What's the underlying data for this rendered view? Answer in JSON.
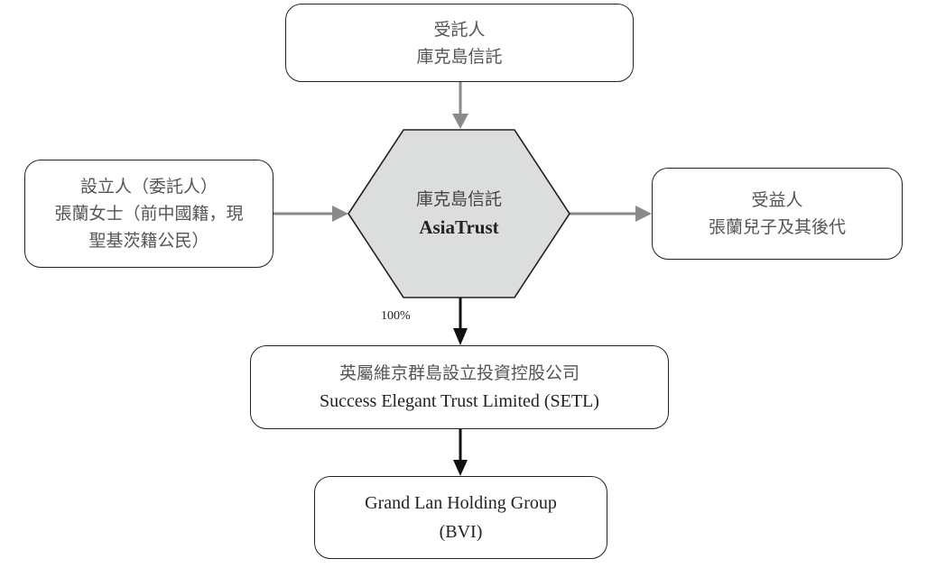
{
  "diagram": {
    "trustee": {
      "role": "受託人",
      "name": "庫克島信託"
    },
    "settlor": {
      "role": "設立人（委託人）",
      "line2": "張蘭女士（前中國籍，現",
      "line3": "聖基茨籍公民）"
    },
    "trust": {
      "name_cn": "庫克島信託",
      "name_en": "AsiaTrust"
    },
    "beneficiary": {
      "role": "受益人",
      "name": "張蘭兒子及其後代"
    },
    "ownership_label": "100%",
    "setl": {
      "name_cn": "英屬維京群島設立投資控股公司",
      "name_en": "Success Elegant Trust Limited (SETL)"
    },
    "holding": {
      "line1": "Grand Lan Holding Group",
      "line2": "(BVI)"
    },
    "colors": {
      "hex_fill": "#dcdddd",
      "gray_arrow": "#8a8a8a",
      "black_arrow": "#111111",
      "border": "#222222"
    }
  }
}
